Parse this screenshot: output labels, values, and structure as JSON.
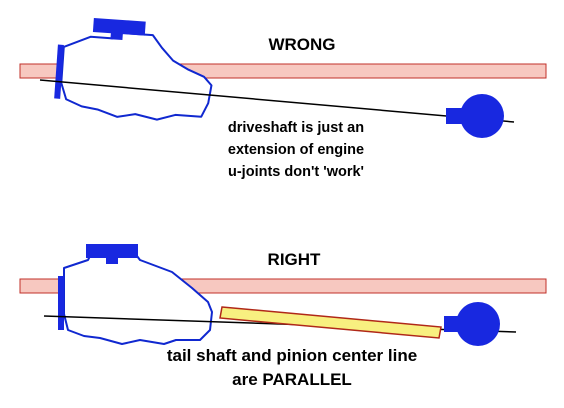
{
  "wrong": {
    "title": "WRONG",
    "caption_lines": [
      "driveshaft is just an",
      "extension of engine",
      "u-joints don't 'work'"
    ]
  },
  "right": {
    "title": "RIGHT",
    "caption_lines": [
      "tail shaft and pinion center line",
      "are PARALLEL"
    ]
  },
  "colors": {
    "frame_rail": "#f7c8c0",
    "frame_rail_outline": "#c0302a",
    "engine_outline": "#1028d0",
    "engine_fill": "#ffffff",
    "component_fill": "#1828e0",
    "driveshaft_fill": "#f8f080",
    "driveshaft_outline": "#b02818",
    "center_line": "#000000"
  }
}
